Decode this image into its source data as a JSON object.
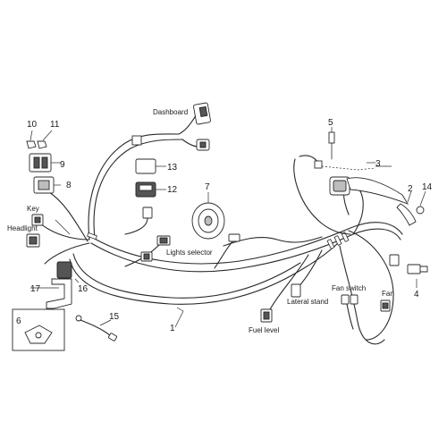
{
  "labels": {
    "dashboard": "Dashboard",
    "key": "Key",
    "headlight": "Headlight",
    "lights_selector": "Lights selector",
    "lateral_stand": "Lateral stand",
    "fuel_level": "Fuel level",
    "fan_switch": "Fan switch",
    "fan": "Fan"
  },
  "callouts": {
    "n1": "1",
    "n2": "2",
    "n3": "3",
    "n4": "4",
    "n5": "5",
    "n6": "6",
    "n7": "7",
    "n8": "8",
    "n9": "9",
    "n10": "10",
    "n11": "11",
    "n12": "12",
    "n13": "13",
    "n14": "14",
    "n15": "15",
    "n16": "16",
    "n17": "17"
  }
}
